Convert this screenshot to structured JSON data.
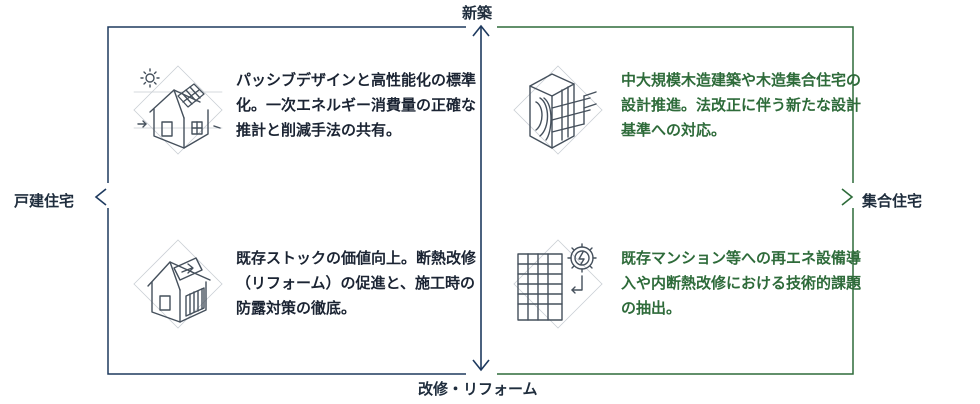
{
  "axes": {
    "top": "新築",
    "bottom": "改修・リフォーム",
    "left": "戸建住宅",
    "right": "集合住宅"
  },
  "quadrants": {
    "top_left": "パッシブデザインと高性能化の標準化。一次エネルギー消費量の正確な推計と削減手法の共有。",
    "top_right": "中大規模木造建築や木造集合住宅の設計推進。法改正に伴う新たな設計基準への対応。",
    "bottom_left": "既存ストックの価値向上。断熱改修（リフォーム）の促進と、施工時の防露対策の徹底。",
    "bottom_right": "既存マンション等への再エネ設備導入や内断熱改修における技術的課題の抽出。"
  },
  "icons": {
    "top_left": "solar-house-icon",
    "top_right": "timber-building-icon",
    "bottom_left": "house-renovation-icon",
    "bottom_right": "apartment-energy-icon"
  },
  "colors": {
    "left_side": "#1e3a5f",
    "right_side": "#2e6b3a",
    "icon_stroke": "#45505c"
  }
}
